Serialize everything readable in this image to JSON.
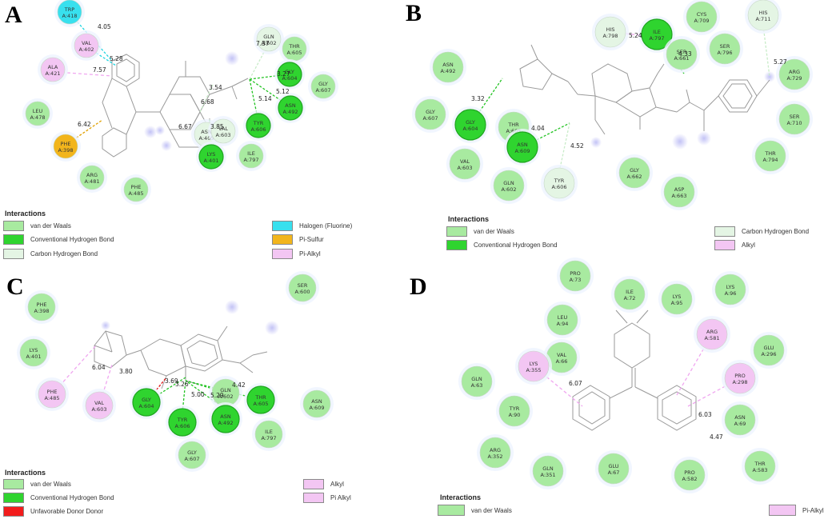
{
  "panels": [
    {
      "letter": "A",
      "legend_title": "Interactions",
      "legend": [
        {
          "label": "van der Waals",
          "color": "#a8eaa0"
        },
        {
          "label": "Conventional Hydrogen Bond",
          "color": "#2fd42f"
        },
        {
          "label": "Carbon Hydrogen Bond",
          "color": "#e4f5e4"
        },
        {
          "label": "Halogen (Fluorine)",
          "color": "#38e0ee"
        },
        {
          "label": "Pi-Sulfur",
          "color": "#f2b51c"
        },
        {
          "label": "Pi-Alkyl",
          "color": "#f3c6f3"
        }
      ],
      "residues": [
        {
          "name": "TRP",
          "num": "A:418",
          "type": "halogen"
        },
        {
          "name": "VAL",
          "num": "A:402",
          "type": "pialkyl"
        },
        {
          "name": "ALA",
          "num": "A:421",
          "type": "pialkyl"
        },
        {
          "name": "LEU",
          "num": "A:478",
          "type": "vdw"
        },
        {
          "name": "PHE",
          "num": "A:398",
          "type": "pisulfur"
        },
        {
          "name": "ARG",
          "num": "A:481",
          "type": "vdw"
        },
        {
          "name": "PHE",
          "num": "A:485",
          "type": "vdw"
        },
        {
          "name": "GLN",
          "num": "A:602",
          "type": "chb"
        },
        {
          "name": "THR",
          "num": "A:605",
          "type": "vdw"
        },
        {
          "name": "GLY",
          "num": "A:604",
          "type": "hb"
        },
        {
          "name": "GLY",
          "num": "A:607",
          "type": "vdw"
        },
        {
          "name": "ASN",
          "num": "A:492",
          "type": "hb"
        },
        {
          "name": "TYR",
          "num": "A:606",
          "type": "hb"
        },
        {
          "name": "ASN",
          "num": "A:405",
          "type": "chb"
        },
        {
          "name": "VAL",
          "num": "A:603",
          "type": "chb"
        },
        {
          "name": "LYS",
          "num": "A:401",
          "type": "hb"
        },
        {
          "name": "ILE",
          "num": "A:797",
          "type": "vdw"
        }
      ],
      "distances": [
        "4.05",
        "5.28",
        "7.57",
        "6.42",
        "7.37",
        "3.27",
        "5.12",
        "5.14",
        "3.54",
        "6.68",
        "6.67",
        "3.85"
      ]
    },
    {
      "letter": "B",
      "legend_title": "Interactions",
      "legend": [
        {
          "label": "van der Waals",
          "color": "#a8eaa0"
        },
        {
          "label": "Conventional Hydrogen Bond",
          "color": "#2fd42f"
        },
        {
          "label": "Carbon Hydrogen Bond",
          "color": "#e4f5e4"
        },
        {
          "label": "Alkyl",
          "color": "#f3c6f3"
        }
      ],
      "residues": [
        {
          "name": "HIS",
          "num": "A:798",
          "type": "chb"
        },
        {
          "name": "ILE",
          "num": "A:797",
          "type": "hb"
        },
        {
          "name": "CYS",
          "num": "A:709",
          "type": "vdw"
        },
        {
          "name": "HIS",
          "num": "A:711",
          "type": "chb"
        },
        {
          "name": "SER",
          "num": "A:661",
          "type": "vdw"
        },
        {
          "name": "SER",
          "num": "A:796",
          "type": "vdw"
        },
        {
          "name": "ARG",
          "num": "A:729",
          "type": "vdw"
        },
        {
          "name": "ASN",
          "num": "A:492",
          "type": "vdw"
        },
        {
          "name": "GLY",
          "num": "A:607",
          "type": "vdw"
        },
        {
          "name": "GLY",
          "num": "A:604",
          "type": "hb"
        },
        {
          "name": "THR",
          "num": "A:605",
          "type": "vdw"
        },
        {
          "name": "ASN",
          "num": "A:609",
          "type": "hb"
        },
        {
          "name": "SER",
          "num": "A:710",
          "type": "vdw"
        },
        {
          "name": "VAL",
          "num": "A:603",
          "type": "vdw"
        },
        {
          "name": "TYR",
          "num": "A:606",
          "type": "chb"
        },
        {
          "name": "GLY",
          "num": "A:662",
          "type": "vdw"
        },
        {
          "name": "THR",
          "num": "A:794",
          "type": "vdw"
        },
        {
          "name": "GLN",
          "num": "A:602",
          "type": "vdw"
        },
        {
          "name": "ASP",
          "num": "A:663",
          "type": "vdw"
        }
      ],
      "distances": [
        "5.24",
        "5.27",
        "4.33",
        "3.32",
        "4.04",
        "4.52"
      ]
    },
    {
      "letter": "C",
      "legend_title": "Interactions",
      "legend": [
        {
          "label": "van der Waals",
          "color": "#a8eaa0"
        },
        {
          "label": "Conventional Hydrogen Bond",
          "color": "#2fd42f"
        },
        {
          "label": "Unfavorable Donor Donor",
          "color": "#f21c1c"
        },
        {
          "label": "Alkyl",
          "color": "#f3c6f3"
        },
        {
          "label": "Pi Alkyl",
          "color": "#f3c6f3"
        }
      ],
      "residues": [
        {
          "name": "PHE",
          "num": "A:398",
          "type": "vdw"
        },
        {
          "name": "SER",
          "num": "A:600",
          "type": "vdw"
        },
        {
          "name": "LYS",
          "num": "A:401",
          "type": "vdw"
        },
        {
          "name": "PHE",
          "num": "A:485",
          "type": "pialkyl"
        },
        {
          "name": "VAL",
          "num": "A:603",
          "type": "pialkyl"
        },
        {
          "name": "GLY",
          "num": "A:604",
          "type": "hb"
        },
        {
          "name": "GLN",
          "num": "A:602",
          "type": "vdw"
        },
        {
          "name": "THR",
          "num": "A:605",
          "type": "hb"
        },
        {
          "name": "ASN",
          "num": "A:609",
          "type": "vdw"
        },
        {
          "name": "TYR",
          "num": "A:606",
          "type": "hb"
        },
        {
          "name": "ASN",
          "num": "A:492",
          "type": "hb"
        },
        {
          "name": "ILE",
          "num": "A:797",
          "type": "vdw"
        },
        {
          "name": "GLY",
          "num": "A:607",
          "type": "vdw"
        }
      ],
      "distances": [
        "6.04",
        "3.80",
        "3.69",
        "3.26",
        "5.00",
        "5.29",
        "4.42"
      ]
    },
    {
      "letter": "D",
      "legend_title": "Interactions",
      "legend": [
        {
          "label": "van der Waals",
          "color": "#a8eaa0"
        },
        {
          "label": "Pi-Alkyl",
          "color": "#f3c6f3"
        }
      ],
      "residues": [
        {
          "name": "PRO",
          "num": "A:73",
          "type": "vdw"
        },
        {
          "name": "ILE",
          "num": "A:72",
          "type": "vdw"
        },
        {
          "name": "LYS",
          "num": "A:95",
          "type": "vdw"
        },
        {
          "name": "LYS",
          "num": "A:96",
          "type": "vdw"
        },
        {
          "name": "LEU",
          "num": "A:94",
          "type": "vdw"
        },
        {
          "name": "ARG",
          "num": "A:581",
          "type": "pialkyl"
        },
        {
          "name": "VAL",
          "num": "A:66",
          "type": "vdw"
        },
        {
          "name": "LYS",
          "num": "A:355",
          "type": "pialkyl"
        },
        {
          "name": "GLU",
          "num": "A:296",
          "type": "vdw"
        },
        {
          "name": "GLN",
          "num": "A:63",
          "type": "vdw"
        },
        {
          "name": "PRO",
          "num": "A:298",
          "type": "pialkyl"
        },
        {
          "name": "TYR",
          "num": "A:90",
          "type": "vdw"
        },
        {
          "name": "ASN",
          "num": "A:69",
          "type": "vdw"
        },
        {
          "name": "ARG",
          "num": "A:352",
          "type": "vdw"
        },
        {
          "name": "GLN",
          "num": "A:351",
          "type": "vdw"
        },
        {
          "name": "GLU",
          "num": "A:67",
          "type": "vdw"
        },
        {
          "name": "PRO",
          "num": "A:582",
          "type": "vdw"
        },
        {
          "name": "THR",
          "num": "A:583",
          "type": "vdw"
        }
      ],
      "distances": [
        "6.07",
        "6.03",
        "4.47"
      ]
    }
  ],
  "colors": {
    "vdw_fill": "#a8eaa0",
    "hb_fill": "#2fd42f",
    "chb_fill": "#e4f5e4",
    "halogen_fill": "#38e0ee",
    "pisulfur_fill": "#f2b51c",
    "pialkyl_fill": "#f3c6f3",
    "hb_line": "#22c322",
    "alkyl_line": "#f0a6f0",
    "halogen_line": "#20d4e0",
    "pisulfur_line": "#e0a000",
    "donor_line": "#e01010",
    "chb_line": "#c8ecc8",
    "ligand_stroke": "#9a9a9a"
  }
}
